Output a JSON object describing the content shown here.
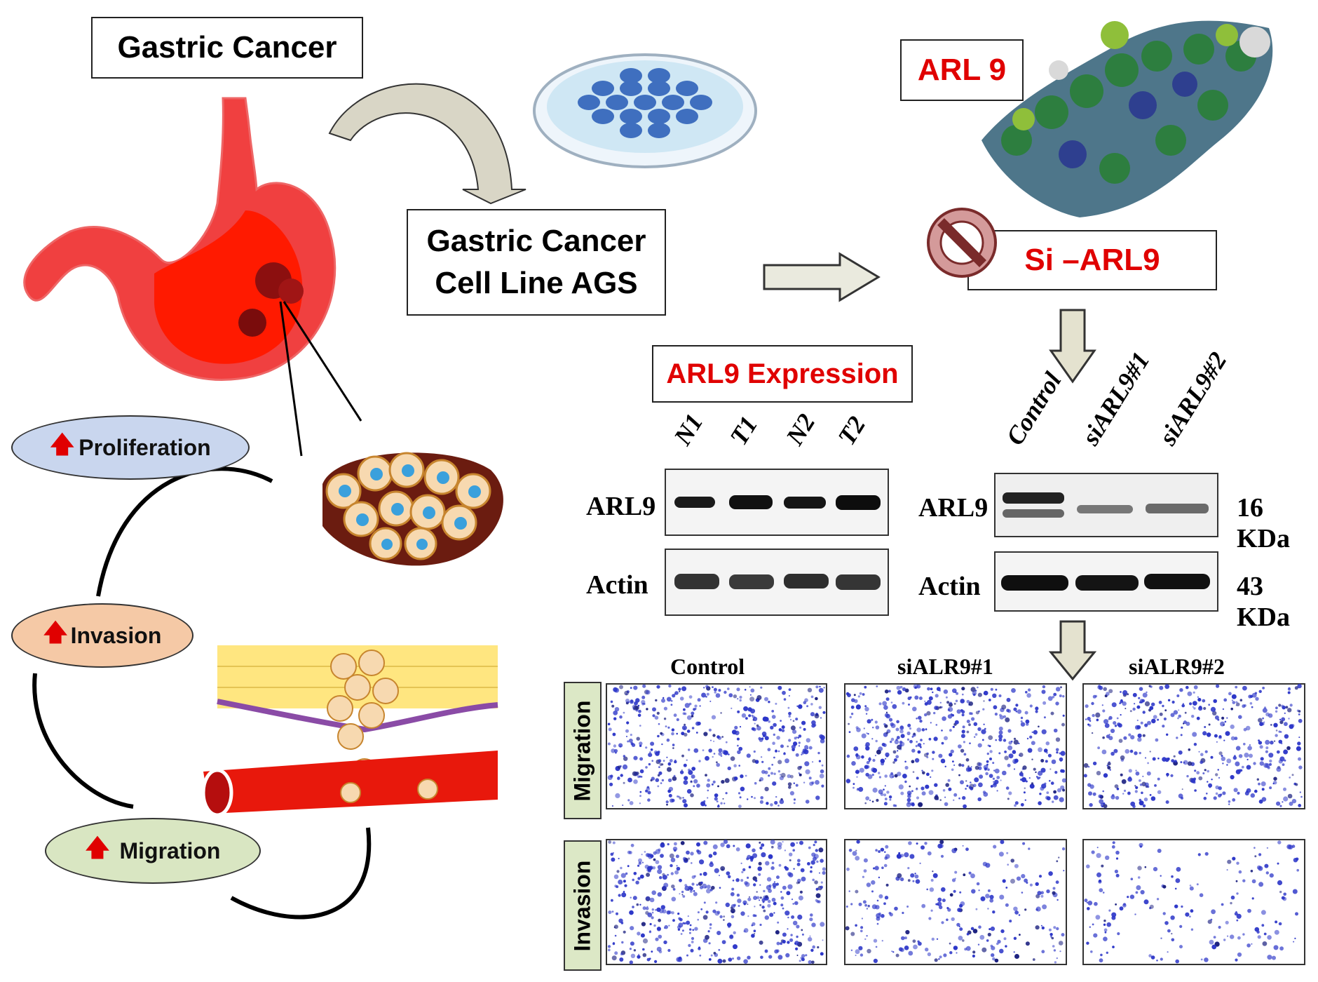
{
  "titles": {
    "gastric_cancer": "Gastric Cancer",
    "cell_line_line1": "Gastric Cancer",
    "cell_line_line2": "Cell Line AGS",
    "arl9": "ARL 9",
    "si_arl9": "Si –ARL9",
    "arl9_expression": "ARL9 Expression"
  },
  "phenotypes": {
    "proliferation": "Proliferation",
    "invasion": "Invasion",
    "migration": "Migration"
  },
  "blot_left": {
    "lanes": [
      "N1",
      "T1",
      "N2",
      "T2"
    ],
    "row1": "ARL9",
    "row2": "Actin"
  },
  "blot_right": {
    "lanes": [
      "Control",
      "siARL9#1",
      "siARL9#2"
    ],
    "row1": "ARL9",
    "row2": "Actin",
    "size1": "16 KDa",
    "size2": "43 KDa"
  },
  "assay": {
    "columns": [
      "Control",
      "siALR9#1",
      "siALR9#2"
    ],
    "row1": "Migration",
    "row2": "Invasion"
  },
  "colors": {
    "accent_red": "#e00000",
    "stain_blue": "#2b35c8",
    "prolif_fill": "#c9d6ee",
    "invasion_fill": "#f5c9a6",
    "migration_fill": "#d9e6c2"
  }
}
